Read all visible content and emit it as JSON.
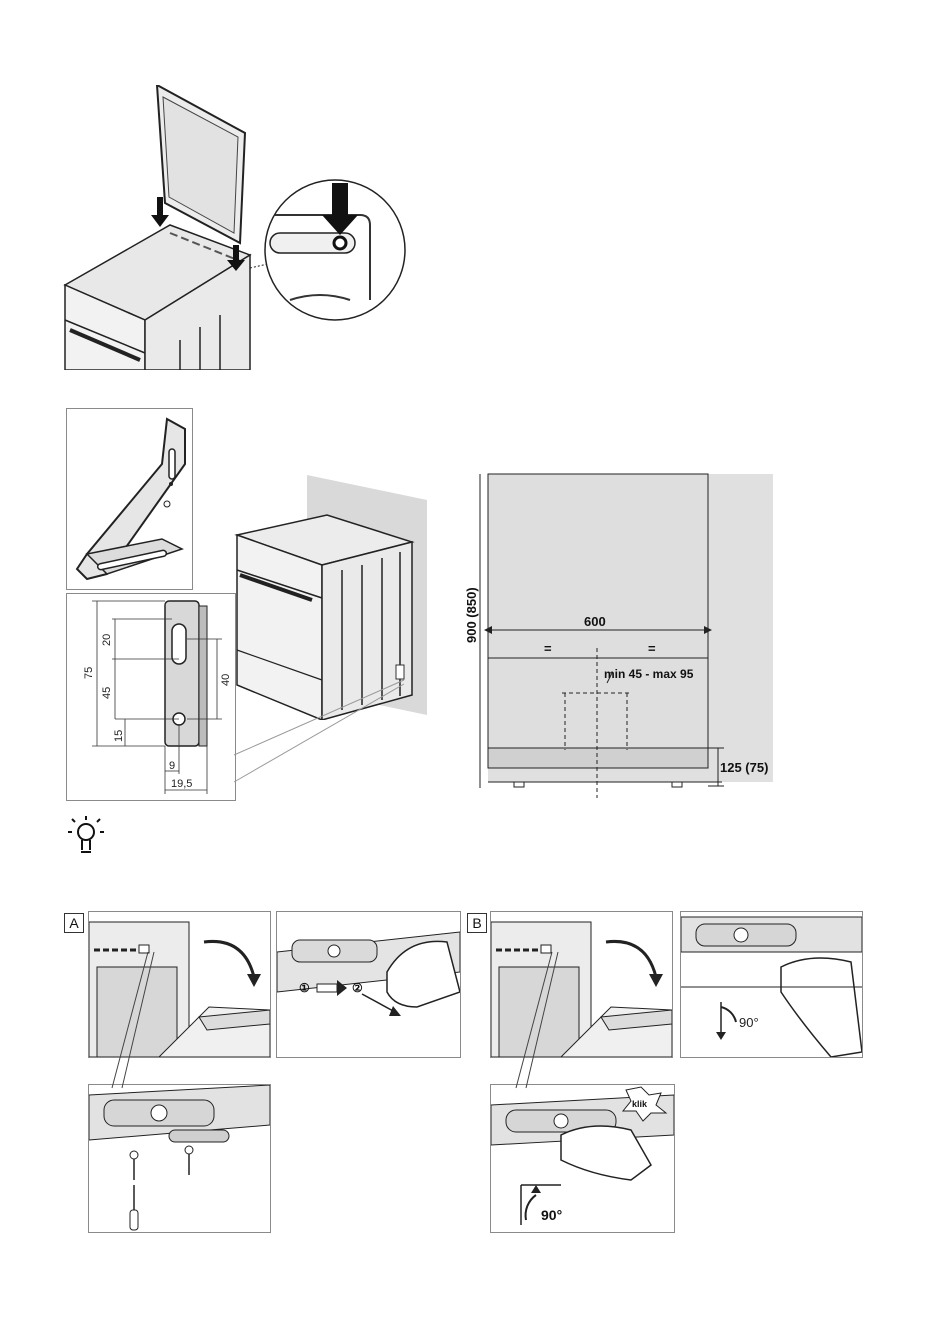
{
  "wall_dims": {
    "height": "900 (850)",
    "width": "600",
    "equal_left": "=",
    "equal_right": "=",
    "gap": "min 45 - max 95",
    "base": "125 (75)"
  },
  "bracket_dims": {
    "d75": "75",
    "d20": "20",
    "d45": "45",
    "d15": "15",
    "d40": "40",
    "d9": "9",
    "d195": "19,5"
  },
  "panels": {
    "a_label": "A",
    "b_label": "B",
    "step1": "①",
    "step2": "②",
    "angle_a": "90°",
    "angle_b": "90°",
    "click": "klik"
  },
  "icons": {
    "tip": "lightbulb-icon"
  }
}
